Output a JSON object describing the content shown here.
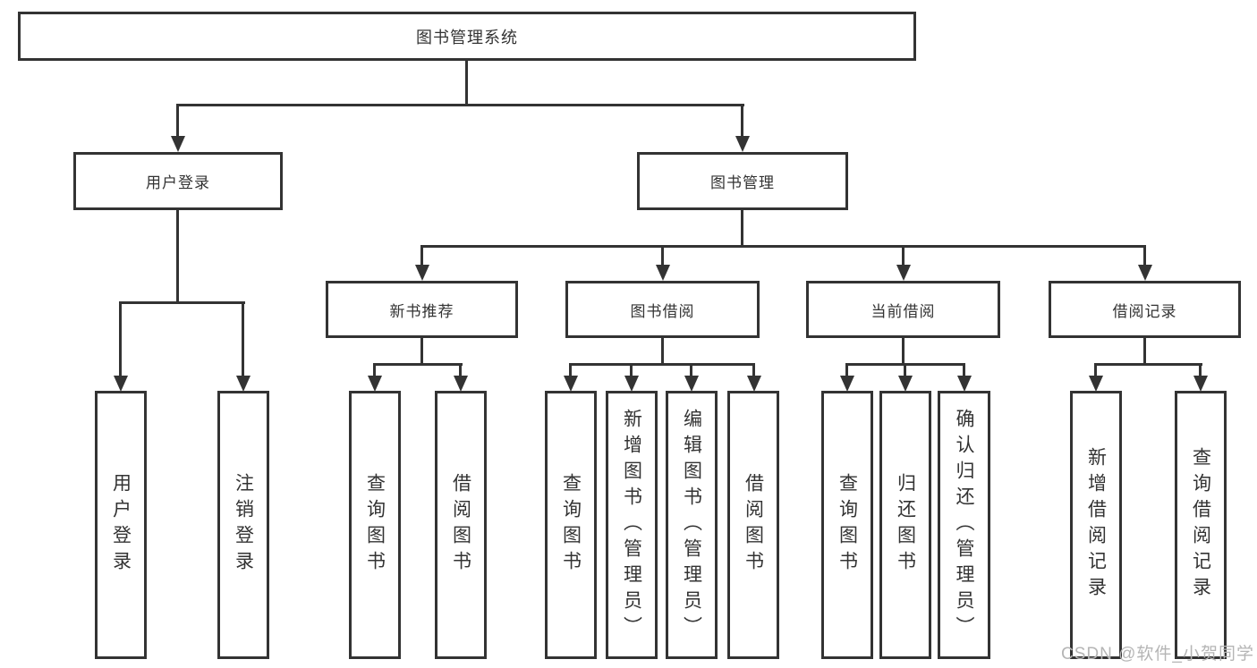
{
  "colors": {
    "line": "#333333",
    "box_border": "#333333",
    "text": "#333333",
    "watermark": "#b5b5b5",
    "background": "#ffffff"
  },
  "tree": {
    "root": {
      "label": "图书管理系统"
    },
    "branches": [
      {
        "label": "用户登录",
        "children": [
          {
            "label": "用户登录"
          },
          {
            "label": "注销登录"
          }
        ]
      },
      {
        "label": "图书管理",
        "children": [
          {
            "label": "新书推荐",
            "children": [
              {
                "label": "查询图书"
              },
              {
                "label": "借阅图书"
              }
            ]
          },
          {
            "label": "图书借阅",
            "children": [
              {
                "label": "查询图书"
              },
              {
                "label": "新增图书（管理员）"
              },
              {
                "label": "编辑图书（管理员）"
              },
              {
                "label": "借阅图书"
              }
            ]
          },
          {
            "label": "当前借阅",
            "children": [
              {
                "label": "查询图书"
              },
              {
                "label": "归还图书"
              },
              {
                "label": "确认归还（管理员）"
              }
            ]
          },
          {
            "label": "借阅记录",
            "children": [
              {
                "label": "新增借阅记录"
              },
              {
                "label": "查询借阅记录"
              }
            ]
          }
        ]
      }
    ]
  },
  "watermark": {
    "text": "CSDN @软件_小贺同学"
  }
}
